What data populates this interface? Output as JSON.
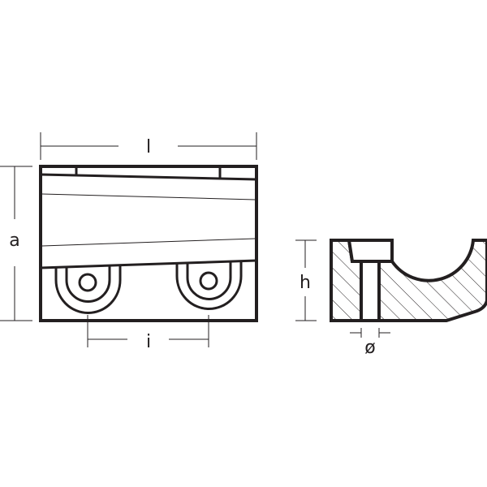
{
  "labels": {
    "length": "l",
    "height_front": "a",
    "hole_spacing": "i",
    "height_side": "h",
    "hole_diameter": "ø"
  },
  "colors": {
    "line": "#231f20",
    "background": "#ffffff"
  }
}
